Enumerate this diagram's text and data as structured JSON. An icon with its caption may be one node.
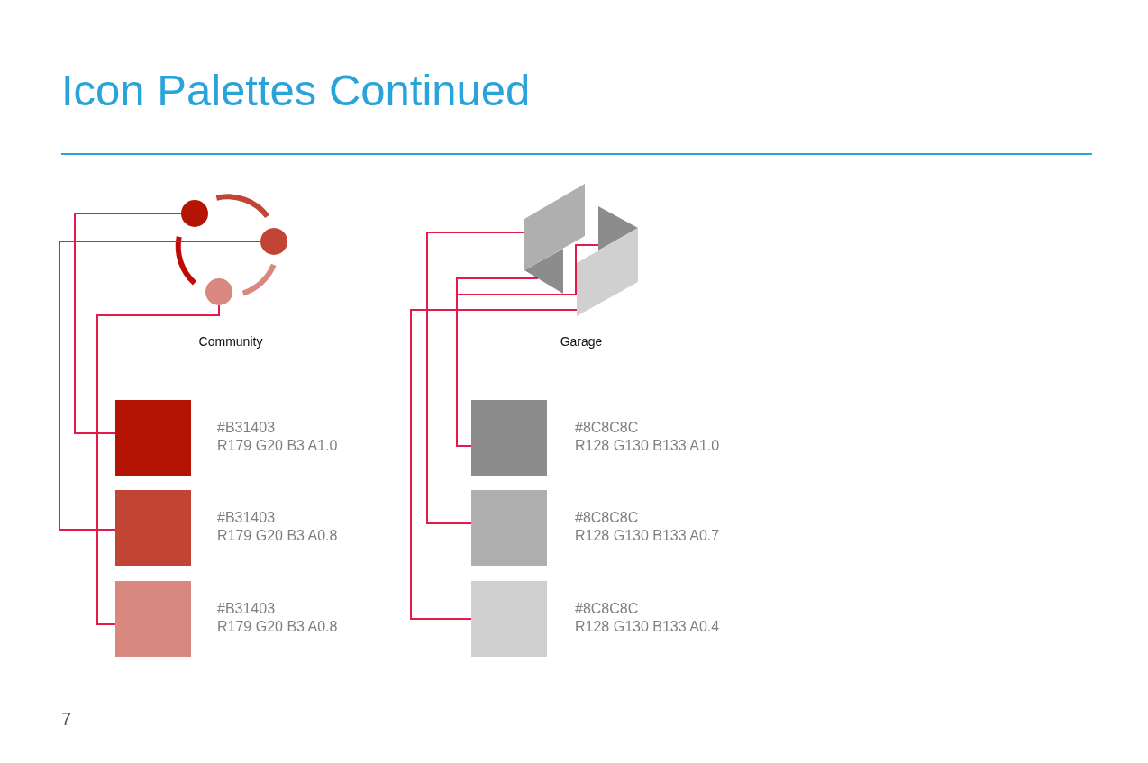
{
  "diagram": {
    "title": "Icon Palettes Continued",
    "nodes": [
      {
        "text": [],
        "shape": "picture",
        "beside": [
          "Community"
        ]
      },
      {
        "text": [],
        "shape": "circle",
        "in": 0
      },
      {
        "text": [],
        "shape": "circle",
        "in": 0
      },
      {
        "text": [],
        "shape": "circle",
        "in": 0
      },
      {
        "text": [],
        "shape": "picture",
        "beside": [
          "Garage"
        ]
      },
      {
        "text": [],
        "shape": "parallelogram",
        "in": 4
      },
      {
        "text": [],
        "shape": "triangle",
        "in": 4
      },
      {
        "text": [],
        "shape": "triangle",
        "in": 4
      },
      {
        "text": [],
        "shape": "parallelogram",
        "in": 4
      },
      {
        "text": [],
        "shape": "box",
        "beside": [
          "#B31403",
          "R179 G20 B3 A1.0"
        ]
      },
      {
        "text": [],
        "shape": "box",
        "beside": [
          "#B31403",
          "R179 G20 B3 A0.8"
        ]
      },
      {
        "text": [],
        "shape": "box",
        "beside": [
          "#B31403",
          "R179 G20 B3 A0.8"
        ]
      },
      {
        "text": [],
        "shape": "box",
        "beside": [
          "#8C8C8C",
          "R128 G130 B133 A1.0"
        ]
      },
      {
        "text": [],
        "shape": "box",
        "beside": [
          "#8C8C8C",
          "R128 G130 B133 A0.7"
        ]
      },
      {
        "text": [],
        "shape": "box",
        "beside": [
          "#8C8C8C",
          "R128 G130 B133 A0.4"
        ]
      }
    ],
    "edges": [
      {
        "from": 9,
        "to": 1,
        "arrow": "none"
      },
      {
        "from": 10,
        "to": 2,
        "arrow": "none"
      },
      {
        "from": 11,
        "to": 3,
        "arrow": "none"
      },
      {
        "from": 12,
        "to": 6,
        "arrow": "none"
      },
      {
        "from": 12,
        "to": 7,
        "arrow": "none"
      },
      {
        "from": 13,
        "to": 5,
        "arrow": "none"
      },
      {
        "from": 14,
        "to": 8,
        "arrow": "none"
      }
    ],
    "labels": [
      "7"
    ]
  }
}
